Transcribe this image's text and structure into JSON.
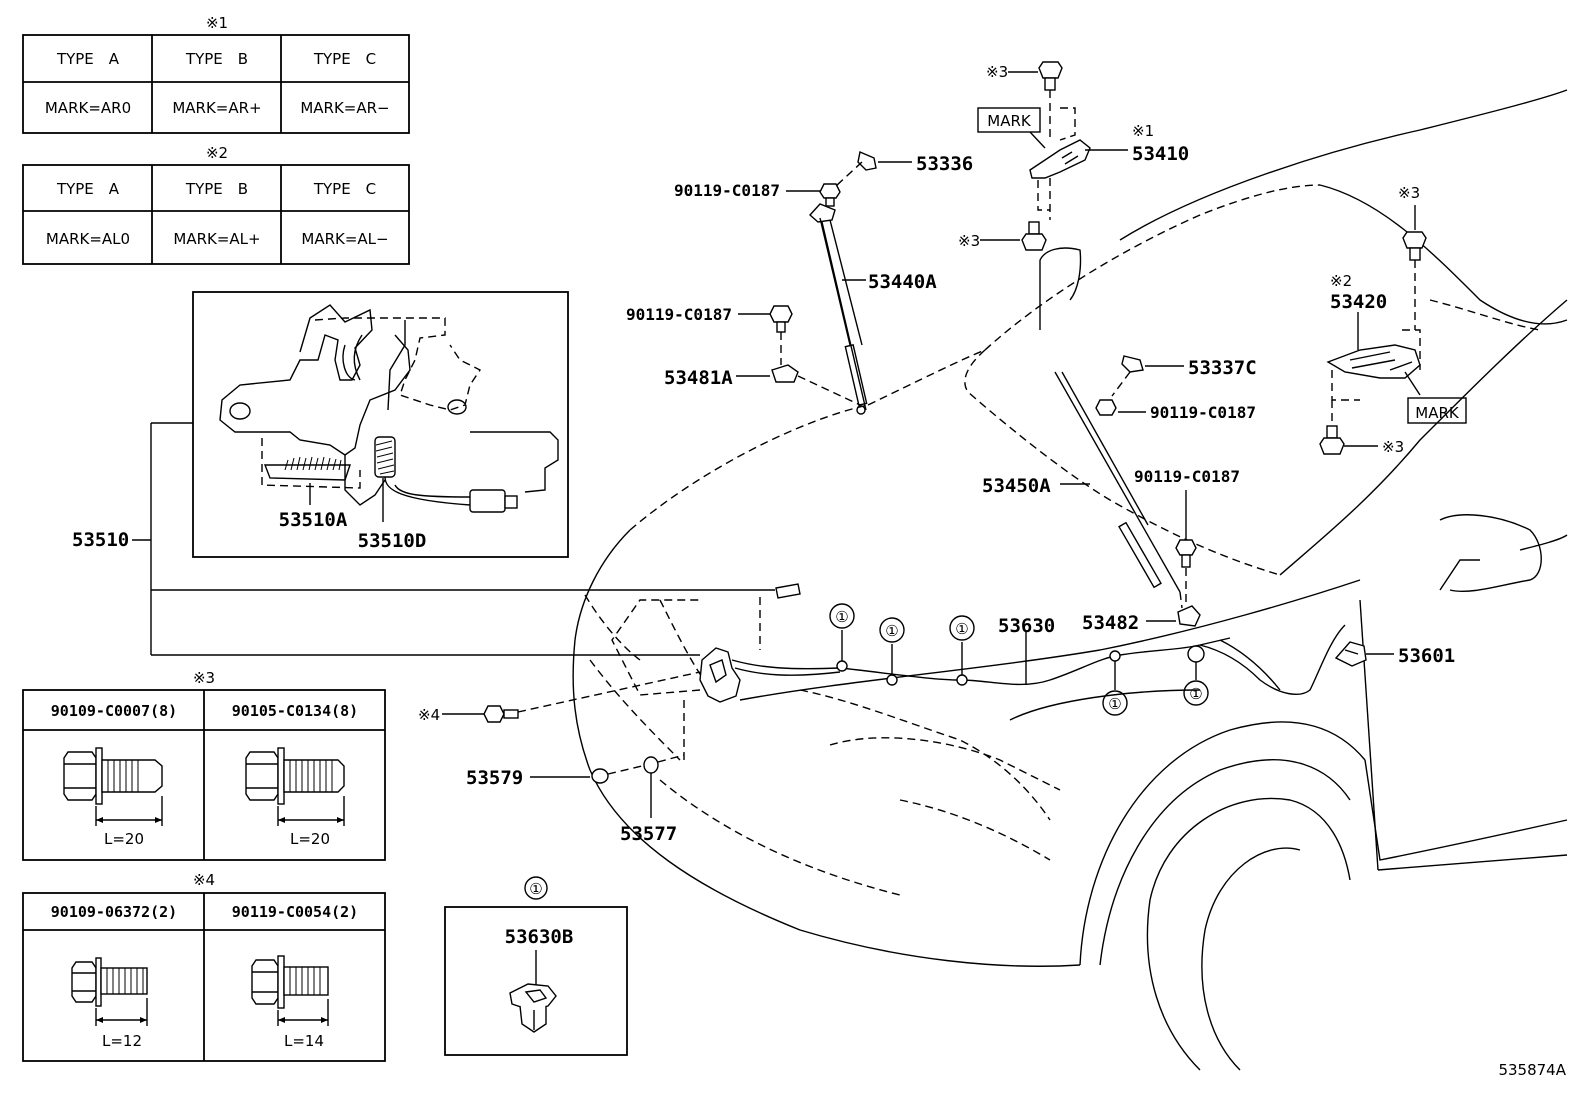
{
  "note_tables": [
    {
      "mark": "※1",
      "columns": [
        {
          "type": "TYPE　A",
          "mark": "MARK=AR0"
        },
        {
          "type": "TYPE　B",
          "mark": "MARK=AR+"
        },
        {
          "type": "TYPE　C",
          "mark": "MARK=AR−"
        }
      ]
    },
    {
      "mark": "※2",
      "columns": [
        {
          "type": "TYPE　A",
          "mark": "MARK=AL0"
        },
        {
          "type": "TYPE　B",
          "mark": "MARK=AL+"
        },
        {
          "type": "TYPE　C",
          "mark": "MARK=AL−"
        }
      ]
    }
  ],
  "bolt_tables": [
    {
      "mark": "※3",
      "bolts": [
        {
          "part": "90109-C0007(8)",
          "length": "L=20"
        },
        {
          "part": "90105-C0134(8)",
          "length": "L=20"
        }
      ]
    },
    {
      "mark": "※4",
      "bolts": [
        {
          "part": "90109-06372(2)",
          "length": "L=12"
        },
        {
          "part": "90119-C0054(2)",
          "length": "L=14"
        }
      ]
    }
  ],
  "inset": {
    "assembly": "53510",
    "parts": [
      "53510A",
      "53510D"
    ]
  },
  "clip_detail": {
    "ref": "①",
    "part": "53630B"
  },
  "labels": {
    "p53336": "53336",
    "p90119_a": "90119-C0187",
    "p53440A": "53440A",
    "p90119_b": "90119-C0187",
    "p53481A": "53481A",
    "p53410": "53410",
    "mark_a": "MARK",
    "ref1": "※1",
    "ref3_a": "※3",
    "ref3_b": "※3",
    "p53420": "53420",
    "ref2": "※2",
    "ref3_c": "※3",
    "ref3_d": "※3",
    "mark_b": "MARK",
    "p53337C": "53337C",
    "p90119_c": "90119-C0187",
    "p53450A": "53450A",
    "p90119_d": "90119-C0187",
    "p53482": "53482",
    "p53630": "53630",
    "p53601": "53601",
    "ref4": "※4",
    "p53579": "53579",
    "p53577": "53577",
    "circle": "①"
  },
  "figure_id": "535874A"
}
